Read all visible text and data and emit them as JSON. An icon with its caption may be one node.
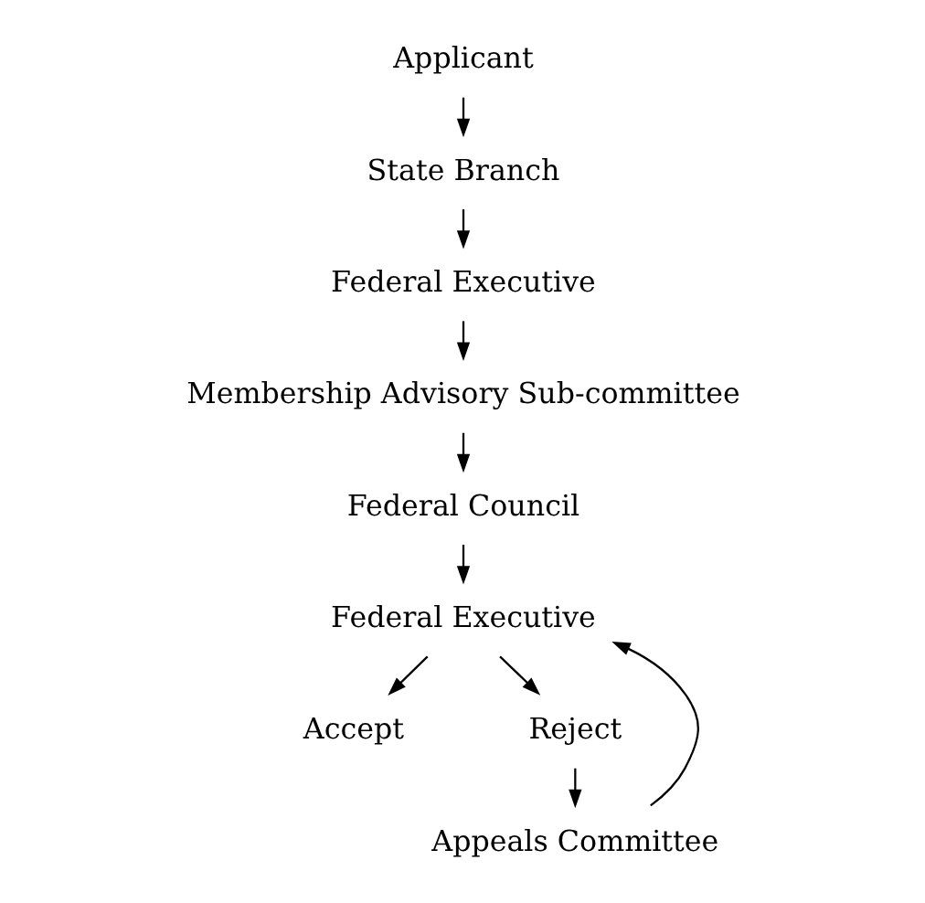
{
  "diagram": {
    "nodes": [
      {
        "text": [
          "Applicant"
        ]
      },
      {
        "text": [
          "State Branch"
        ]
      },
      {
        "text": [
          "Federal Executive"
        ]
      },
      {
        "text": [
          "Membership Advisory Sub-committee"
        ]
      },
      {
        "text": [
          "Federal Council"
        ]
      },
      {
        "text": [
          "Federal Executive"
        ]
      },
      {
        "text": [
          "Accept"
        ]
      },
      {
        "text": [
          "Reject"
        ]
      },
      {
        "text": [
          "Appeals Committee"
        ]
      }
    ],
    "edges": [
      {
        "from": 0,
        "to": 1,
        "arrow": "to"
      },
      {
        "from": 1,
        "to": 2,
        "arrow": "to"
      },
      {
        "from": 2,
        "to": 3,
        "arrow": "to"
      },
      {
        "from": 3,
        "to": 4,
        "arrow": "to"
      },
      {
        "from": 4,
        "to": 5,
        "arrow": "to"
      },
      {
        "from": 5,
        "to": 6,
        "arrow": "to"
      },
      {
        "from": 5,
        "to": 7,
        "arrow": "to"
      },
      {
        "from": 7,
        "to": 8,
        "arrow": "to"
      },
      {
        "from": 8,
        "to": 5,
        "arrow": "to"
      }
    ]
  }
}
